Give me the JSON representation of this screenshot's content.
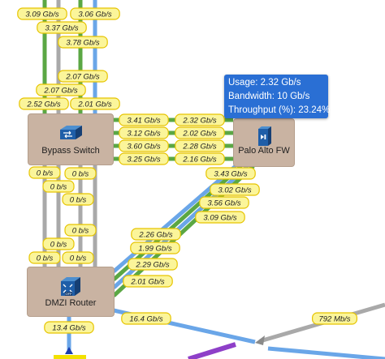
{
  "tooltip": {
    "usage": "Usage: 2.32 Gb/s",
    "bandwidth": "Bandwidth: 10 Gb/s",
    "throughput": "Throughput (%): 23.24%"
  },
  "nodes": {
    "bypass_switch": "Bypass Switch",
    "palo_alto": "Palo Alto FW",
    "dmzi_router": "DMZI Router"
  },
  "colors": {
    "green": "#5ba744",
    "blue": "#6aa6e8",
    "gray": "#a9a9a9",
    "purple": "#8e3fc8",
    "label_fill": "#fbf59a",
    "label_border": "#e6c400",
    "node": "#c9b3a2",
    "tooltip": "#2a6fd4"
  },
  "links": {
    "top_left": [
      "3.09 Gb/s",
      "3.37 Gb/s",
      "2.07 Gb/s",
      "2.52 Gb/s"
    ],
    "top_right": [
      "3.06 Gb/s",
      "3.78 Gb/s",
      "2.07 Gb/s",
      "2.01 Gb/s"
    ],
    "switch_fw_left": [
      "3.41 Gb/s",
      "3.12 Gb/s",
      "3.60 Gb/s",
      "3.25 Gb/s"
    ],
    "switch_fw_right": [
      "2.32 Gb/s",
      "2.02 Gb/s",
      "2.28 Gb/s",
      "2.16 Gb/s"
    ],
    "switch_router": [
      "0 b/s",
      "0 b/s",
      "0 b/s",
      "0 b/s",
      "0 b/s",
      "0 b/s",
      "0 b/s",
      "0 b/s"
    ],
    "fw_router_upper": [
      "3.43 Gb/s",
      "3.02 Gb/s",
      "3.56 Gb/s",
      "3.09 Gb/s"
    ],
    "fw_router_lower": [
      "2.26 Gb/s",
      "1.99 Gb/s",
      "2.29 Gb/s",
      "2.01 Gb/s"
    ],
    "router_out": [
      "13.4 Gb/s",
      "16.4 Gb/s",
      "792 Mb/s"
    ]
  },
  "icons": {
    "switch": "network-switch-icon",
    "firewall": "firewall-icon",
    "router": "router-icon"
  }
}
